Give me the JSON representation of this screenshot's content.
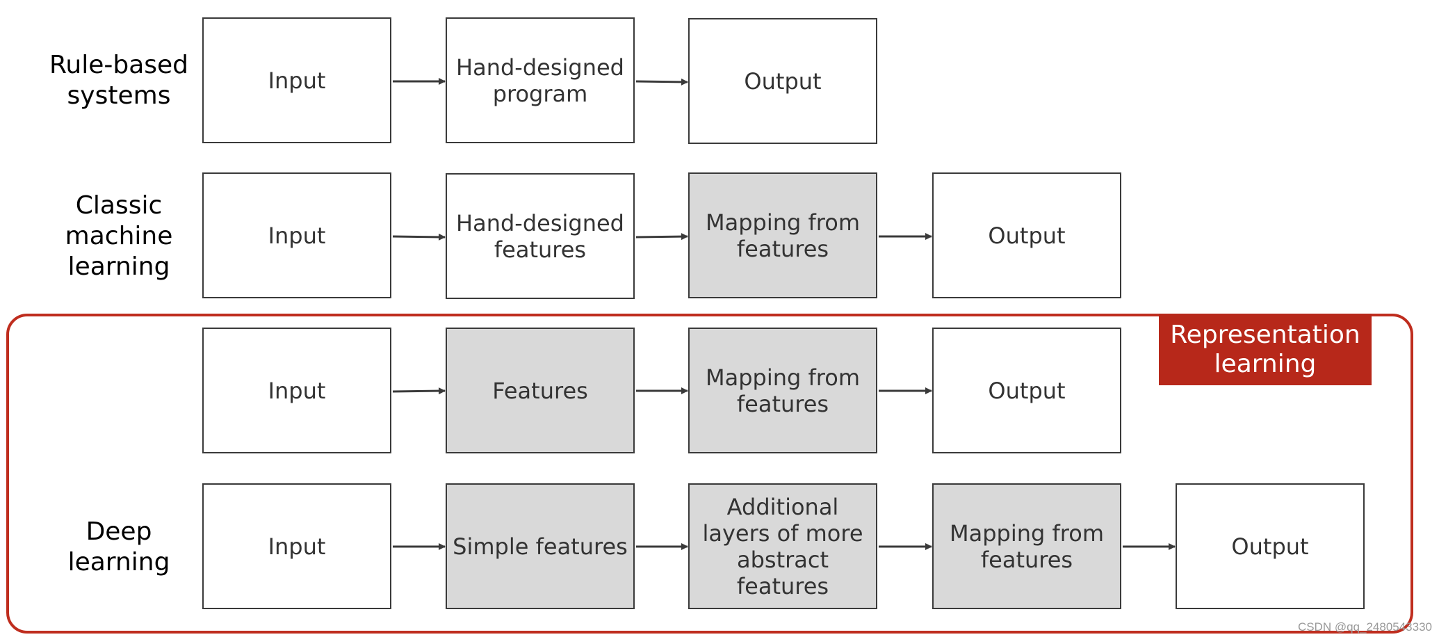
{
  "rows": {
    "rule_based": {
      "label": "Rule-based\nsystems",
      "boxes": [
        "Input",
        "Hand-designed\nprogram",
        "Output"
      ]
    },
    "classic_ml": {
      "label": "Classic\nmachine\nlearning",
      "boxes": [
        "Input",
        "Hand-designed\nfeatures",
        "Mapping from\nfeatures",
        "Output"
      ]
    },
    "representation": {
      "boxes": [
        "Input",
        "Features",
        "Mapping from\nfeatures",
        "Output"
      ]
    },
    "deep_learning": {
      "label": "Deep\nlearning",
      "boxes": [
        "Input",
        "Simple features",
        "Additional\nlayers of more\nabstract\nfeatures",
        "Mapping from\nfeatures",
        "Output"
      ]
    }
  },
  "group": {
    "label": "Representation\nlearning",
    "color": "#b7281a"
  },
  "colors": {
    "learned_fill": "#d9d9d9",
    "plain_fill": "#ffffff",
    "outline": "#bf2d1e"
  },
  "watermark": "CSDN @qq_2480543330"
}
